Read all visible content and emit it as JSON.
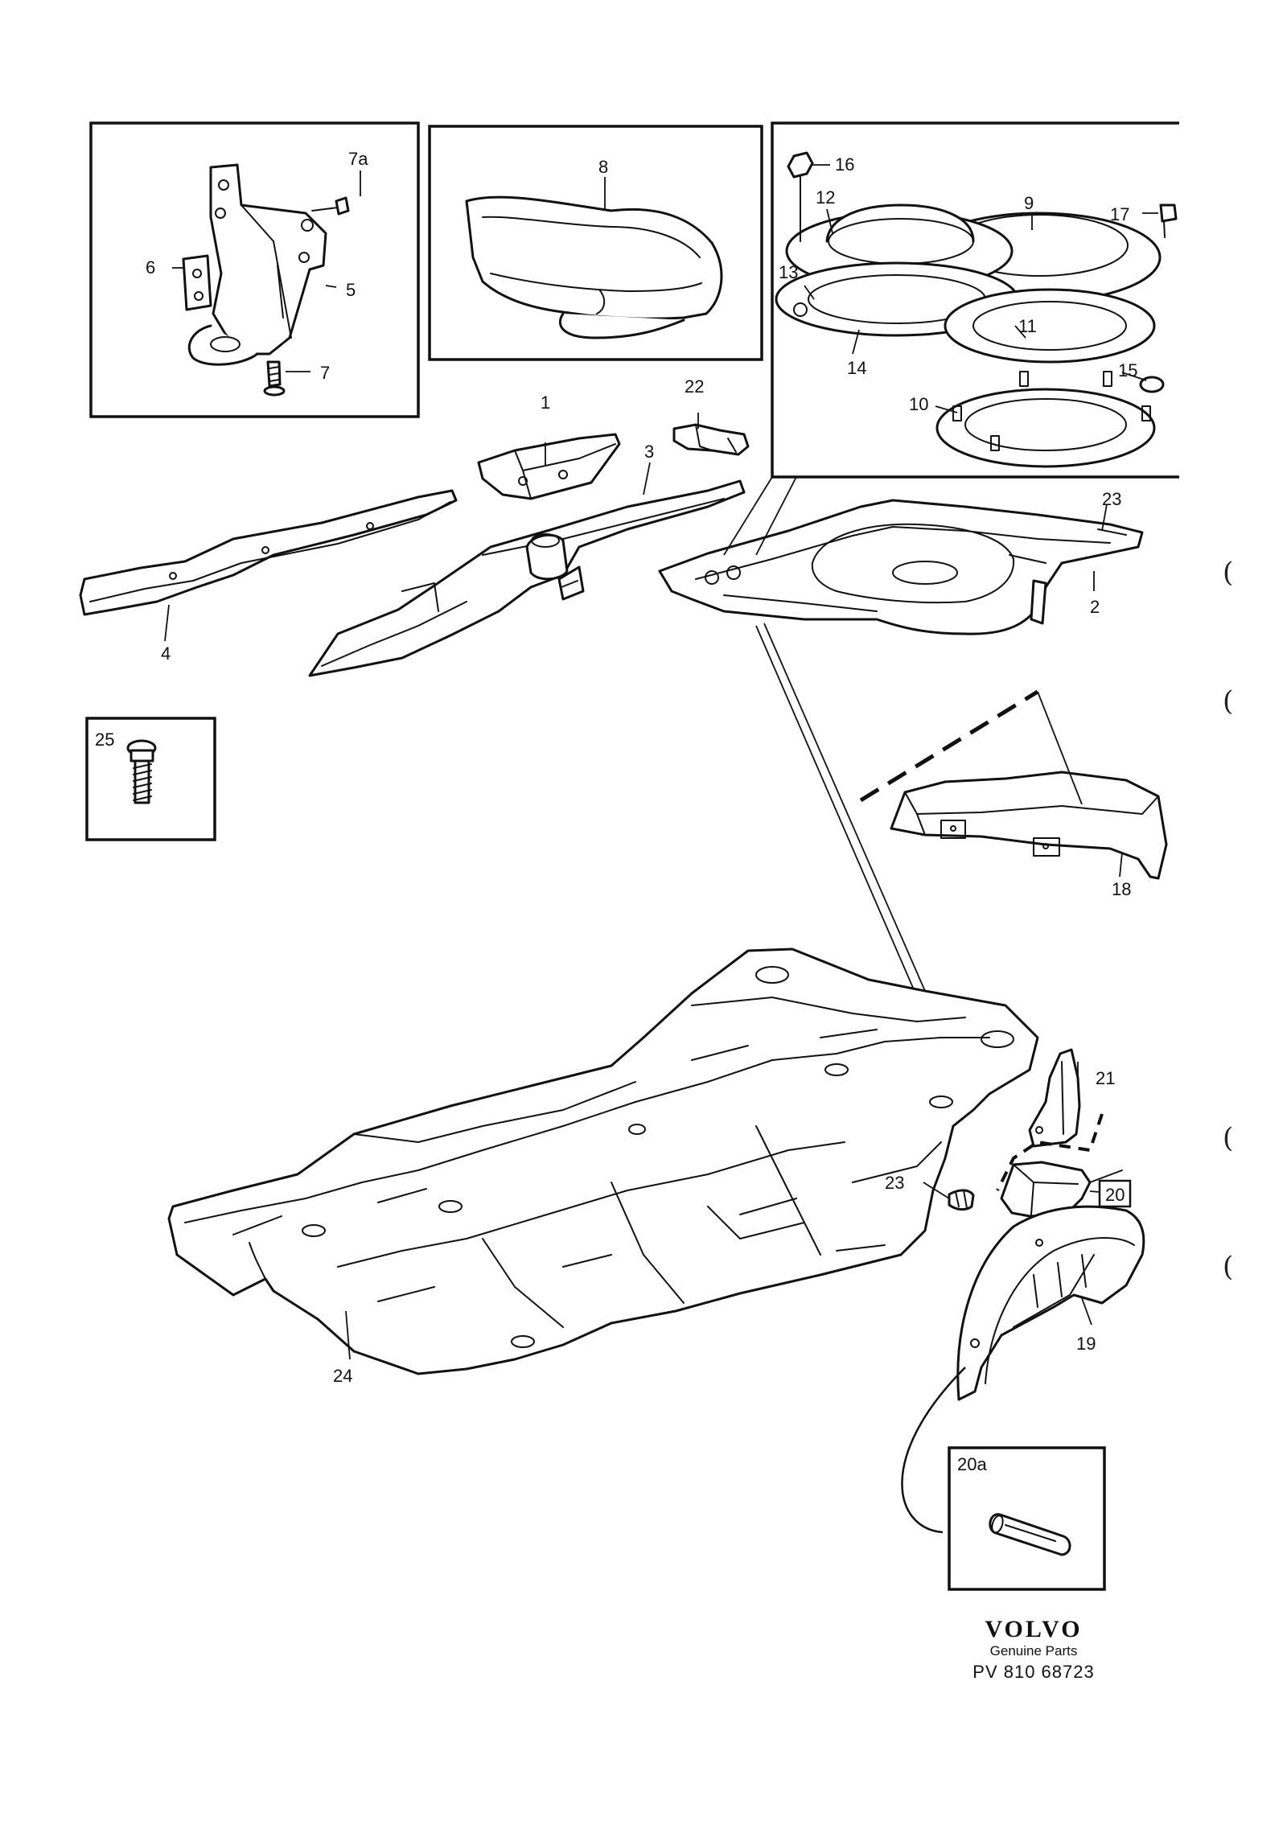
{
  "callouts": {
    "c1": "1",
    "c2": "2",
    "c3": "3",
    "c4": "4",
    "c5": "5",
    "c6": "6",
    "c7": "7",
    "c7a": "7a",
    "c8": "8",
    "c9": "9",
    "c10": "10",
    "c11": "11",
    "c12": "12",
    "c13": "13",
    "c14": "14",
    "c15": "15",
    "c16": "16",
    "c17": "17",
    "c18": "18",
    "c19": "19",
    "c20": "20",
    "c20a": "20a",
    "c21": "21",
    "c22": "22",
    "c23a": "23",
    "c23b": "23",
    "c24": "24",
    "c25": "25"
  },
  "brand": {
    "logo": "VOLVO",
    "subtitle": "Genuine Parts",
    "code": "PV 810 68723"
  },
  "margin_marks": [
    "(",
    "(",
    "(",
    "("
  ]
}
